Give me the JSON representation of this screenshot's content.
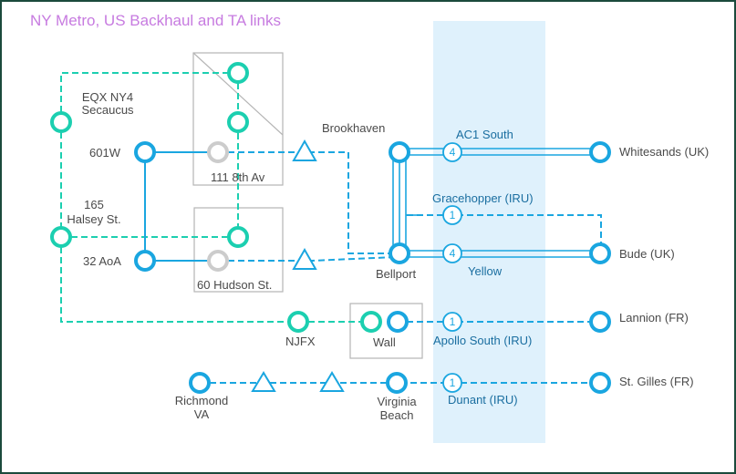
{
  "title": "NY Metro, US Backhaul and TA links",
  "colors": {
    "blue": "#1aa6e0",
    "teal": "#1ccfb0",
    "grey": "#cccccc",
    "title": "#c77be0",
    "ocean_band": "#dff1fc"
  },
  "nodes": {
    "eqx": "EQX NY4\nSecaucus",
    "n601w": "601W",
    "n111": "111 8th Av",
    "n165": "165\nHalsey St.",
    "n32aoa": "32 AoA",
    "n60hudson": "60 Hudson St.",
    "brookhaven": "Brookhaven",
    "bellport": "Bellport",
    "njfx": "NJFX",
    "wall": "Wall",
    "richmond": "Richmond\nVA",
    "virginia_beach": "Virginia\nBeach",
    "whitesands": "Whitesands (UK)",
    "bude": "Bude (UK)",
    "lannion": "Lannion (FR)",
    "stgilles": "St. Gilles (FR)"
  },
  "cables": {
    "ac1": {
      "name": "AC1 South",
      "count": "4"
    },
    "gracehopper": {
      "name": "Gracehopper (IRU)",
      "count": "1"
    },
    "yellow": {
      "name": "Yellow",
      "count": "4"
    },
    "apollo": {
      "name": "Apollo South (IRU)",
      "count": "1"
    },
    "dunant": {
      "name": "Dunant (IRU)",
      "count": "1"
    }
  }
}
